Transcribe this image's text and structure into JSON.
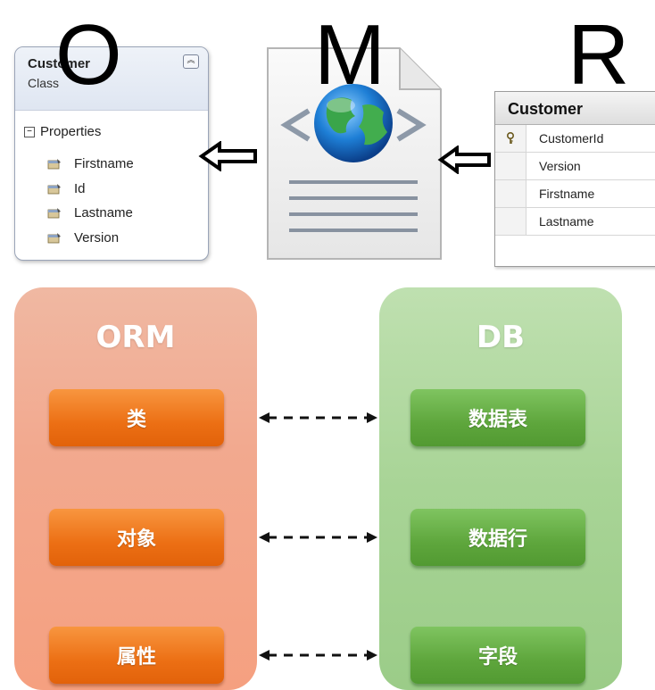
{
  "letters": {
    "o": "O",
    "m": "M",
    "r": "R"
  },
  "class_box": {
    "title": "Customer",
    "subtitle": "Class",
    "section_label": "Properties",
    "properties": [
      "Firstname",
      "Id",
      "Lastname",
      "Version"
    ]
  },
  "db_table": {
    "title": "Customer",
    "rows": [
      {
        "name": "CustomerId",
        "key": true
      },
      {
        "name": "Version",
        "key": false
      },
      {
        "name": "Firstname",
        "key": false
      },
      {
        "name": "Lastname",
        "key": false
      }
    ]
  },
  "orm": {
    "title": "ORM",
    "items": [
      "类",
      "对象",
      "属性"
    ]
  },
  "db": {
    "title": "DB",
    "items": [
      "数据表",
      "数据行",
      "字段"
    ]
  },
  "colors": {
    "orm_panel": "#f2a98f",
    "db_panel": "#a8d496",
    "orm_pill": "#ec6f14",
    "db_pill": "#5ea63c"
  }
}
